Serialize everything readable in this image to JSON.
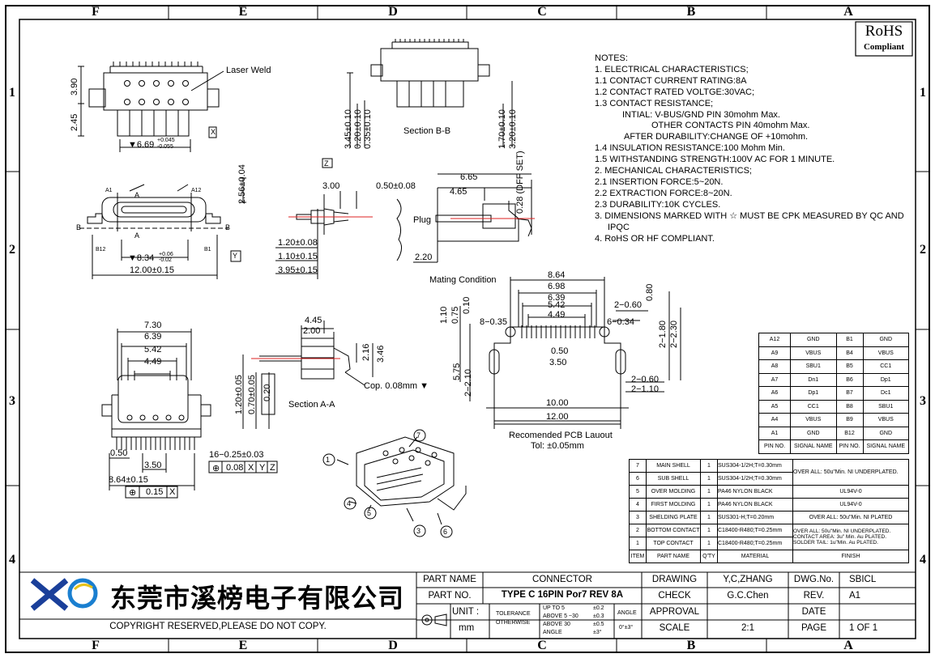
{
  "border": {
    "zones_top": [
      "F",
      "E",
      "D",
      "C",
      "B",
      "A"
    ],
    "zones_side": [
      "1",
      "2",
      "3",
      "4"
    ]
  },
  "rohs": {
    "line1": "RoHS",
    "line2": "Compliant"
  },
  "notes": [
    "NOTES:",
    "1. ELECTRICAL CHARACTERISTICS;",
    "1.1 CONTACT CURRENT RATING:8A",
    "1.2 CONTACT RATED VOLTGE:30VAC;",
    "1.3 CONTACT RESISTANCE;",
    "INTIAL: V-BUS/GND PIN 30mohm Max.",
    "OTHER CONTACTS PIN 40mohm Max.",
    "AFTER DURABILITY:CHANGE OF +10mohm.",
    "1.4 INSULATION RESISTANCE:100 Mohm Min.",
    "1.5 WITHSTANDING STRENGTH:100V AC FOR 1 MINUTE.",
    "2. MECHANICAL CHARACTERISTICS;",
    "2.1 INSERTION FORCE:5~20N.",
    "2.2 EXTRACTION FORCE:8~20N.",
    "2.3 DURABILITY:10K CYCLES.",
    "3. DIMENSIONS MARKED WITH ☆ MUST BE CPK MEASURED BY QC AND",
    "IPQC",
    "4. RoHS OR HF COMPLIANT."
  ],
  "labels": {
    "laser_weld": "Laser Weld",
    "section_bb": "Section B-B",
    "section_aa": "Section A-A",
    "plug": "Plug",
    "mating": "Mating Condition",
    "pcb_layout": "Recomended PCB Lauout",
    "tol": "Tol: ±0.05mm",
    "cop": "Cop. 0.08mm ▼",
    "dff": "0.28 (DFF SET)"
  },
  "dims": {
    "d390": "3.90",
    "d245": "2.45",
    "d669": "▼6.69",
    "d669t": "+0.045",
    "d669b": "-0.055",
    "d345": "3.45±0.10",
    "d020": "0.20±0.10",
    "d035": "0.35±0.10",
    "d170": "1.70±0.10",
    "d320": "3.20±0.10",
    "d256": "2.56±0.04",
    "d834": "▼8.34",
    "d834t": "+0.06",
    "d834b": "-0.02",
    "d1200": "12.00±0.15",
    "d300": "3.00",
    "d050": "0.50±0.08",
    "d665": "6.65",
    "d465": "4.65",
    "d220": "2.20",
    "d120": "1.20±0.08",
    "d110": "1.10±0.15",
    "d395": "3.95±0.15",
    "d730": "7.30",
    "d639": "6.39",
    "d542": "5.42",
    "d449": "4.49",
    "d050b": "0.50",
    "d350": "3.50",
    "d864": "8.64±0.15",
    "d16": "16−0.25±0.03",
    "ftol1": "0.08",
    "ftol2": "0.15",
    "d445": "4.45",
    "d200": "2.00",
    "d216": "2.16",
    "d346": "3.46",
    "d120b": "1.20±0.05",
    "d070": "0.70±0.05",
    "d020b": "0.20",
    "p864": "8.64",
    "p698": "6.98",
    "p639": "6.39",
    "p542": "5.42",
    "p449": "4.49",
    "p080": "0.80",
    "p060": "2−0.60",
    "p835": "8−0.35",
    "p634": "6−0.34",
    "p110": "1.10",
    "p075": "0.75",
    "p010": "0.10",
    "p180": "2−1.80",
    "p230": "2−2.30",
    "p050": "0.50",
    "p350": "3.50",
    "p575": "5.75",
    "p210": "2−2.10",
    "p060b": "2−0.60",
    "p110b": "2−1.10",
    "p1000": "10.00",
    "p1200": "12.00"
  },
  "pin_table": {
    "headers": [
      "PIN NO.",
      "SIGNAL NAME",
      "PIN NO.",
      "SIGNAL NAME"
    ],
    "rows": [
      [
        "A12",
        "GND",
        "B1",
        "GND"
      ],
      [
        "A9",
        "VBUS",
        "B4",
        "VBUS"
      ],
      [
        "A8",
        "SBU1",
        "B5",
        "CC1"
      ],
      [
        "A7",
        "Dn1",
        "B6",
        "Dp1"
      ],
      [
        "A6",
        "Dp1",
        "B7",
        "Dc1"
      ],
      [
        "A5",
        "CC1",
        "B8",
        "SBU1"
      ],
      [
        "A4",
        "VBUS",
        "B9",
        "VBUS"
      ],
      [
        "A1",
        "GND",
        "B12",
        "GND"
      ]
    ]
  },
  "bom": {
    "rows": [
      [
        "7",
        "MAIN SHELL",
        "1",
        "SUS304-1/2H;T=0.30mm"
      ],
      [
        "6",
        "SUB SHELL",
        "1",
        "SUS304-1/2H;T=0.30mm"
      ],
      [
        "5",
        "OVER MOLDING",
        "1",
        "PA46 NYLON BLACK"
      ],
      [
        "4",
        "FIRST MOLDING",
        "1",
        "PA46 NYLON BLACK"
      ],
      [
        "3",
        "SHELDING PLATE",
        "1",
        "SUS301-H;T=0.20mm"
      ],
      [
        "2",
        "BOTTOM CONTACT",
        "1",
        "C18400-R480;T=0.25mm"
      ],
      [
        "1",
        "TOP CONTACT",
        "1",
        "C18400-R480;T=0.25mm"
      ]
    ],
    "finish_shell": "OVER ALL: 50u\"Min. NI UNDERPLATED.",
    "finish_5": "UL94V-0",
    "finish_4": "UL94V-0",
    "finish_3": "OVER ALL: 50u\"Min. NI PLATED",
    "finish_contact": "OVER ALL: 50u\"Min. NI UNDERPLATED. CONTACT AREA: 3u\" Min. Au PLATED. SOLDER TAIL: 1u\"Min. Au PLATED.",
    "headers": [
      "ITEM",
      "PART NAME",
      "Q'TY",
      "MATERIAL",
      "FINISH"
    ]
  },
  "title_block": {
    "company": "东莞市溪榜电子有限公司",
    "copyright": "COPYRIGHT RESERVED,PLEASE DO NOT COPY.",
    "part_name_label": "PART NAME",
    "part_name": "CONNECTOR",
    "part_no_label": "PART NO.",
    "part_no": "TYPE C 16PIN   Por7 REV 8A",
    "unit_label": "UNIT :",
    "unit": "mm",
    "tolerance": "TOLERANCE",
    "otherwise": "OTHERWISE",
    "tol_rows": [
      [
        "UP TO 5",
        "±0.2"
      ],
      [
        "ABOVE 5 ~30",
        "±0.3"
      ],
      [
        "ABOVE 30",
        "±0.5"
      ],
      [
        "ANGLE",
        "±3°"
      ]
    ],
    "angle_label": "ANGLE",
    "angle": "0°±3°",
    "drawing_label": "DRAWING",
    "drawing": "Y,C,ZHANG",
    "check_label": "CHECK",
    "check": "G.C.Chen",
    "approval_label": "APPROVAL",
    "approval": "",
    "scale_label": "SCALE",
    "scale": "2:1",
    "dwg_label": "DWG.No.",
    "dwg": "SBICL",
    "rev_label": "REV.",
    "rev": "A1",
    "date_label": "DATE",
    "date": "",
    "page_label": "PAGE",
    "page": "1  OF  1"
  }
}
